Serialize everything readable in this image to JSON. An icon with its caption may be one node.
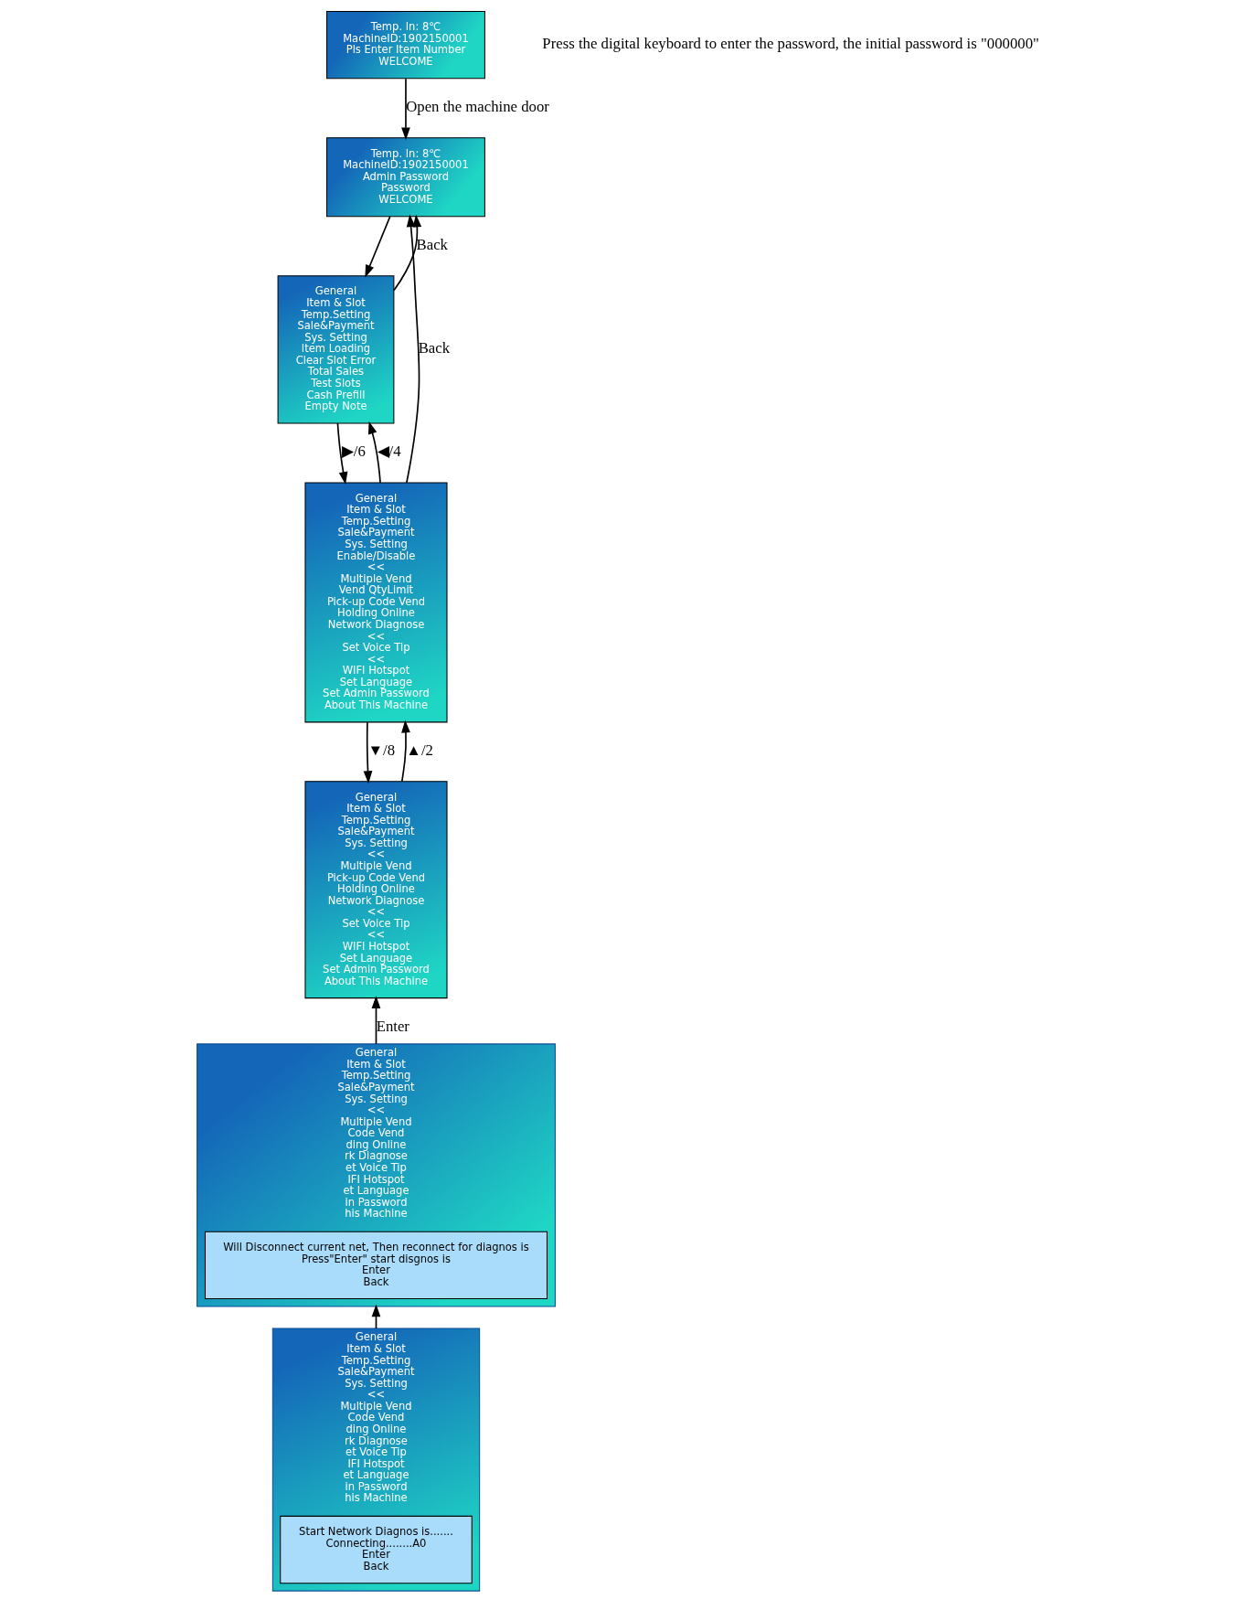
{
  "diagram": {
    "nodes": [
      {
        "text": [
          "Temp. In: 8℃",
          "MachineID:1902150001",
          "Pls Enter Item Number",
          "WELCOME"
        ]
      },
      {
        "text": [
          "Temp. In: 8℃",
          "MachineID:1902150001",
          "Admin Password",
          "Password",
          "WELCOME"
        ]
      },
      {
        "text": [
          "General",
          "Item & Slot",
          "Temp.Setting",
          "Sale&Payment",
          "Sys. Setting",
          "Item Loading",
          "Clear Slot Error",
          "Total Sales",
          "Test Slots",
          "Cash Prefill",
          "Empty Note"
        ]
      },
      {
        "text": [
          "General",
          "Item & Slot",
          "Temp.Setting",
          "Sale&Payment",
          "Sys. Setting",
          "Enable/Disable",
          "<<",
          "Multiple Vend",
          "Vend QtyLimit",
          "Pick-up Code Vend",
          "Holding Online",
          "Network Diagnose",
          "<<",
          "Set Voice Tip",
          "<<",
          "WIFI Hotspot",
          "Set Language",
          "Set Admin Password",
          "About This Machine"
        ]
      },
      {
        "text": [
          "General",
          "Item & Slot",
          "Temp.Setting",
          "Sale&Payment",
          "Sys. Setting",
          "<<",
          "Multiple Vend",
          "Pick-up Code Vend",
          "Holding Online",
          "Network Diagnose",
          "<<",
          "Set Voice Tip",
          "<<",
          "WIFI Hotspot",
          "Set Language",
          "Set Admin Password",
          "About This Machine"
        ]
      },
      {
        "text": [
          "General",
          "Item & Slot",
          "Temp.Setting",
          "Sale&Payment",
          "Sys. Setting",
          "<<",
          "Multiple Vend",
          "Code Vend",
          "ding Online",
          "rk Diagnose",
          "et Voice Tip",
          "IFI Hotspot",
          "et Language",
          "in Password",
          "his Machine"
        ]
      },
      {
        "text": [
          "Will Disconnect current net, Then reconnect for diagnos is",
          "Press\"Enter\" start disgnos is",
          "Enter",
          "Back"
        ],
        "in": 5
      },
      {
        "text": [
          "General",
          "Item & Slot",
          "Temp.Setting",
          "Sale&Payment",
          "Sys. Setting",
          "<<",
          "Multiple Vend",
          "Code Vend",
          "ding Online",
          "rk Diagnose",
          "et Voice Tip",
          "IFI Hotspot",
          "et Language",
          "in Password",
          "his Machine"
        ]
      },
      {
        "text": [
          "Start Network Diagnos is.......",
          "Connecting........A0",
          "Enter",
          "Back"
        ],
        "in": 7
      }
    ],
    "edges": [
      {
        "from": 0,
        "to": 1,
        "label": "Open the machine door",
        "arrow": "to"
      },
      {
        "from": 2,
        "to": 1,
        "label": "Back",
        "arrow": "to"
      },
      {
        "from": 1,
        "to": 2,
        "arrow": "to"
      },
      {
        "from": 3,
        "to": 2,
        "label": "◀/4",
        "arrow": "to"
      },
      {
        "from": 2,
        "to": 3,
        "label": "▶/6",
        "arrow": "to"
      },
      {
        "from": 3,
        "to": 1,
        "label": "Back",
        "arrow": "to"
      },
      {
        "from": 4,
        "to": 3,
        "label": "▲/2",
        "arrow": "to"
      },
      {
        "from": 3,
        "to": 4,
        "label": "▼/8",
        "arrow": "to"
      },
      {
        "from": 5,
        "to": 4,
        "label": "Enter",
        "arrow": "to"
      },
      {
        "from": 7,
        "to": 5,
        "arrow": "to"
      }
    ],
    "labels": [
      "Press the digital keyboard to enter the password, the initial password is \"000000\""
    ]
  }
}
